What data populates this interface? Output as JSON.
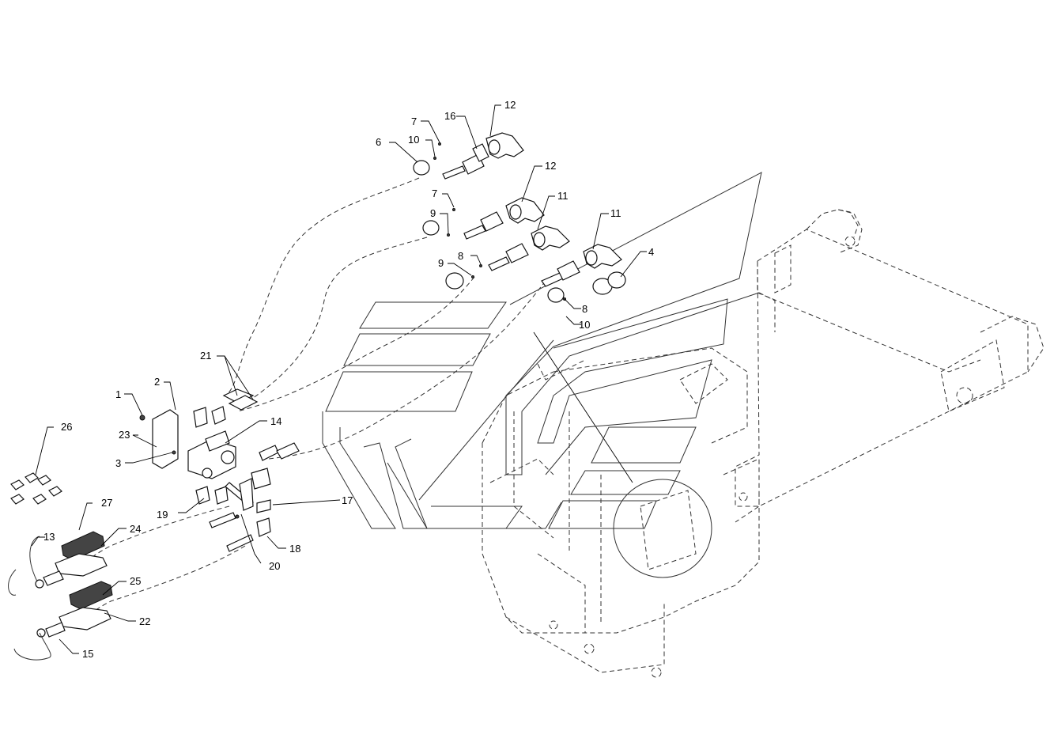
{
  "diagram": {
    "part_labels": [
      {
        "id": "l1",
        "text": "1"
      },
      {
        "id": "l2",
        "text": "2"
      },
      {
        "id": "l3",
        "text": "3"
      },
      {
        "id": "l4",
        "text": "4"
      },
      {
        "id": "l6",
        "text": "6"
      },
      {
        "id": "l7a",
        "text": "7"
      },
      {
        "id": "l7b",
        "text": "7"
      },
      {
        "id": "l8a",
        "text": "8"
      },
      {
        "id": "l8b",
        "text": "8"
      },
      {
        "id": "l9a",
        "text": "9"
      },
      {
        "id": "l9b",
        "text": "9"
      },
      {
        "id": "l10a",
        "text": "10"
      },
      {
        "id": "l10b",
        "text": "10"
      },
      {
        "id": "l11a",
        "text": "11"
      },
      {
        "id": "l11b",
        "text": "11"
      },
      {
        "id": "l12a",
        "text": "12"
      },
      {
        "id": "l12b",
        "text": "12"
      },
      {
        "id": "l13",
        "text": "13"
      },
      {
        "id": "l14",
        "text": "14"
      },
      {
        "id": "l15",
        "text": "15"
      },
      {
        "id": "l16",
        "text": "16"
      },
      {
        "id": "l17",
        "text": "17"
      },
      {
        "id": "l18",
        "text": "18"
      },
      {
        "id": "l19",
        "text": "19"
      },
      {
        "id": "l20",
        "text": "20"
      },
      {
        "id": "l21",
        "text": "21"
      },
      {
        "id": "l22",
        "text": "22"
      },
      {
        "id": "l23",
        "text": "23"
      },
      {
        "id": "l24",
        "text": "24"
      },
      {
        "id": "l25",
        "text": "25"
      },
      {
        "id": "l26",
        "text": "26"
      },
      {
        "id": "l27",
        "text": "27"
      }
    ]
  }
}
